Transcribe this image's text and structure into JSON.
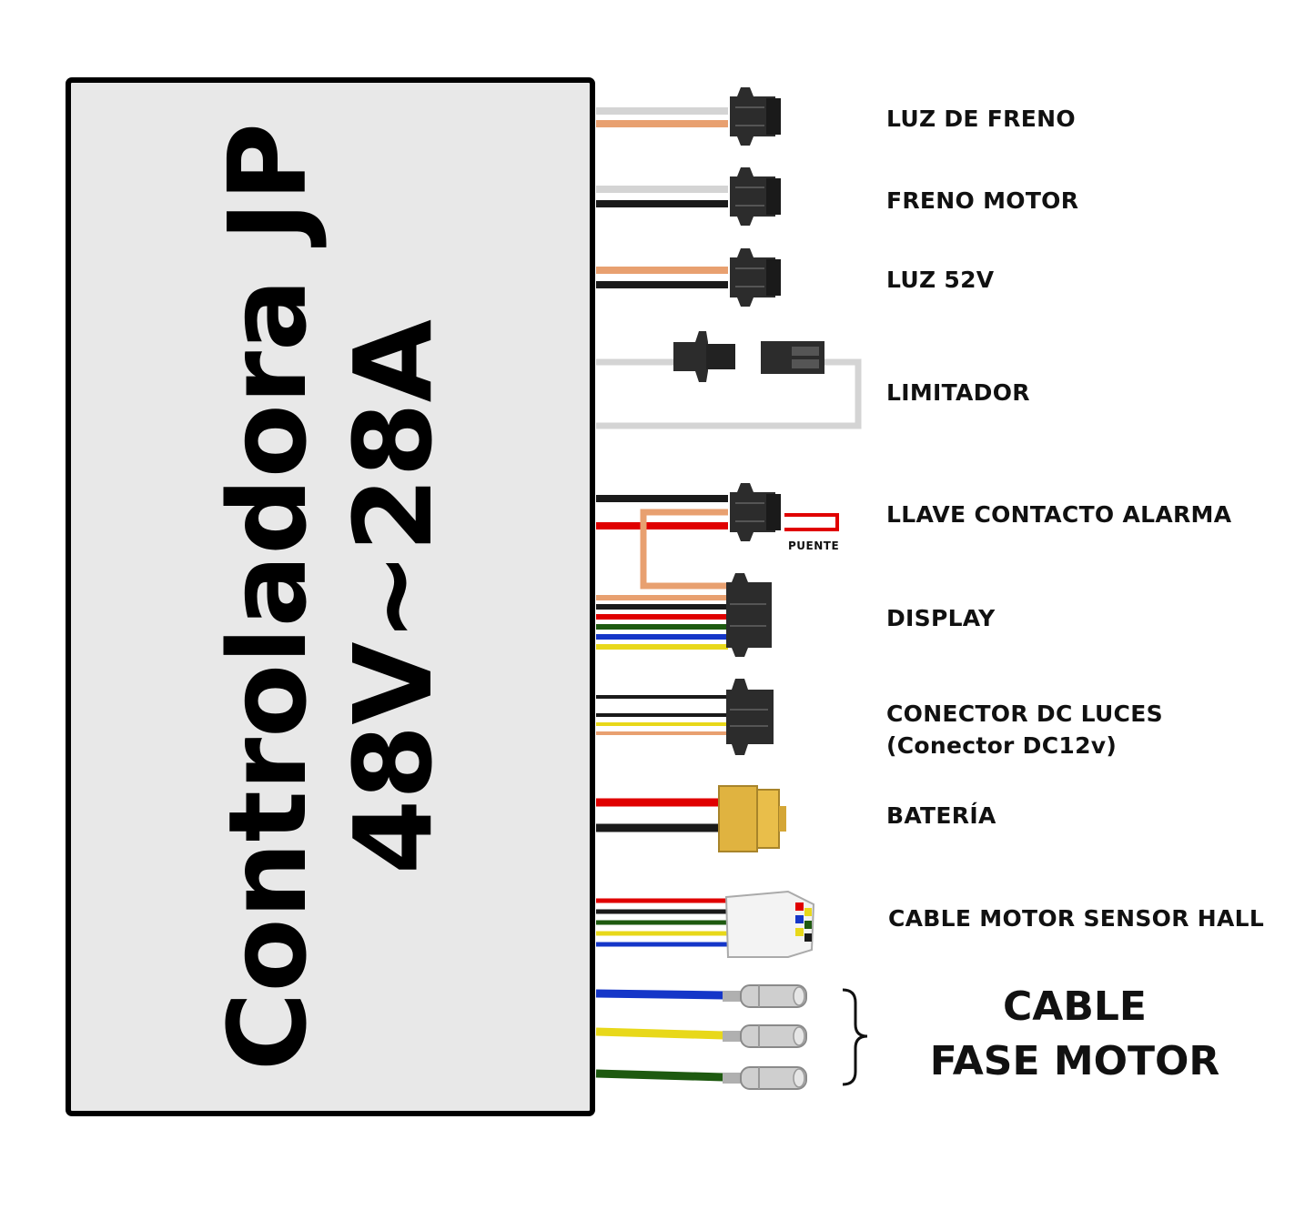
{
  "controller": {
    "line1": "Controladora JP",
    "line2": "48V~28A"
  },
  "labels": {
    "brake_light": "LUZ DE FRENO",
    "motor_brake": "FRENO MOTOR",
    "light_52v": "LUZ 52V",
    "limiter": "LIMITADOR",
    "key_alarm": "LLAVE CONTACTO ALARMA",
    "bridge": "PUENTE",
    "display": "DISPLAY",
    "dc_lights": "CONECTOR DC LUCES",
    "dc_lights_sub": "(Conector DC12v)",
    "battery": "BATERÍA",
    "hall": "CABLE MOTOR SENSOR HALL",
    "phase_line1": "CABLE",
    "phase_line2": "FASE MOTOR"
  },
  "colors": {
    "box_fill": "#e8e8e8",
    "wire_white": "#d4d4d4",
    "wire_orange": "#e8a070",
    "wire_black": "#1a1a1a",
    "wire_red": "#e00000",
    "wire_green": "#1e5a10",
    "wire_blue": "#1536c8",
    "wire_yellow": "#e8d81a",
    "connector": "#2c2c2c",
    "xt60": "#e0b340",
    "terminal": "#c8c8c8"
  }
}
